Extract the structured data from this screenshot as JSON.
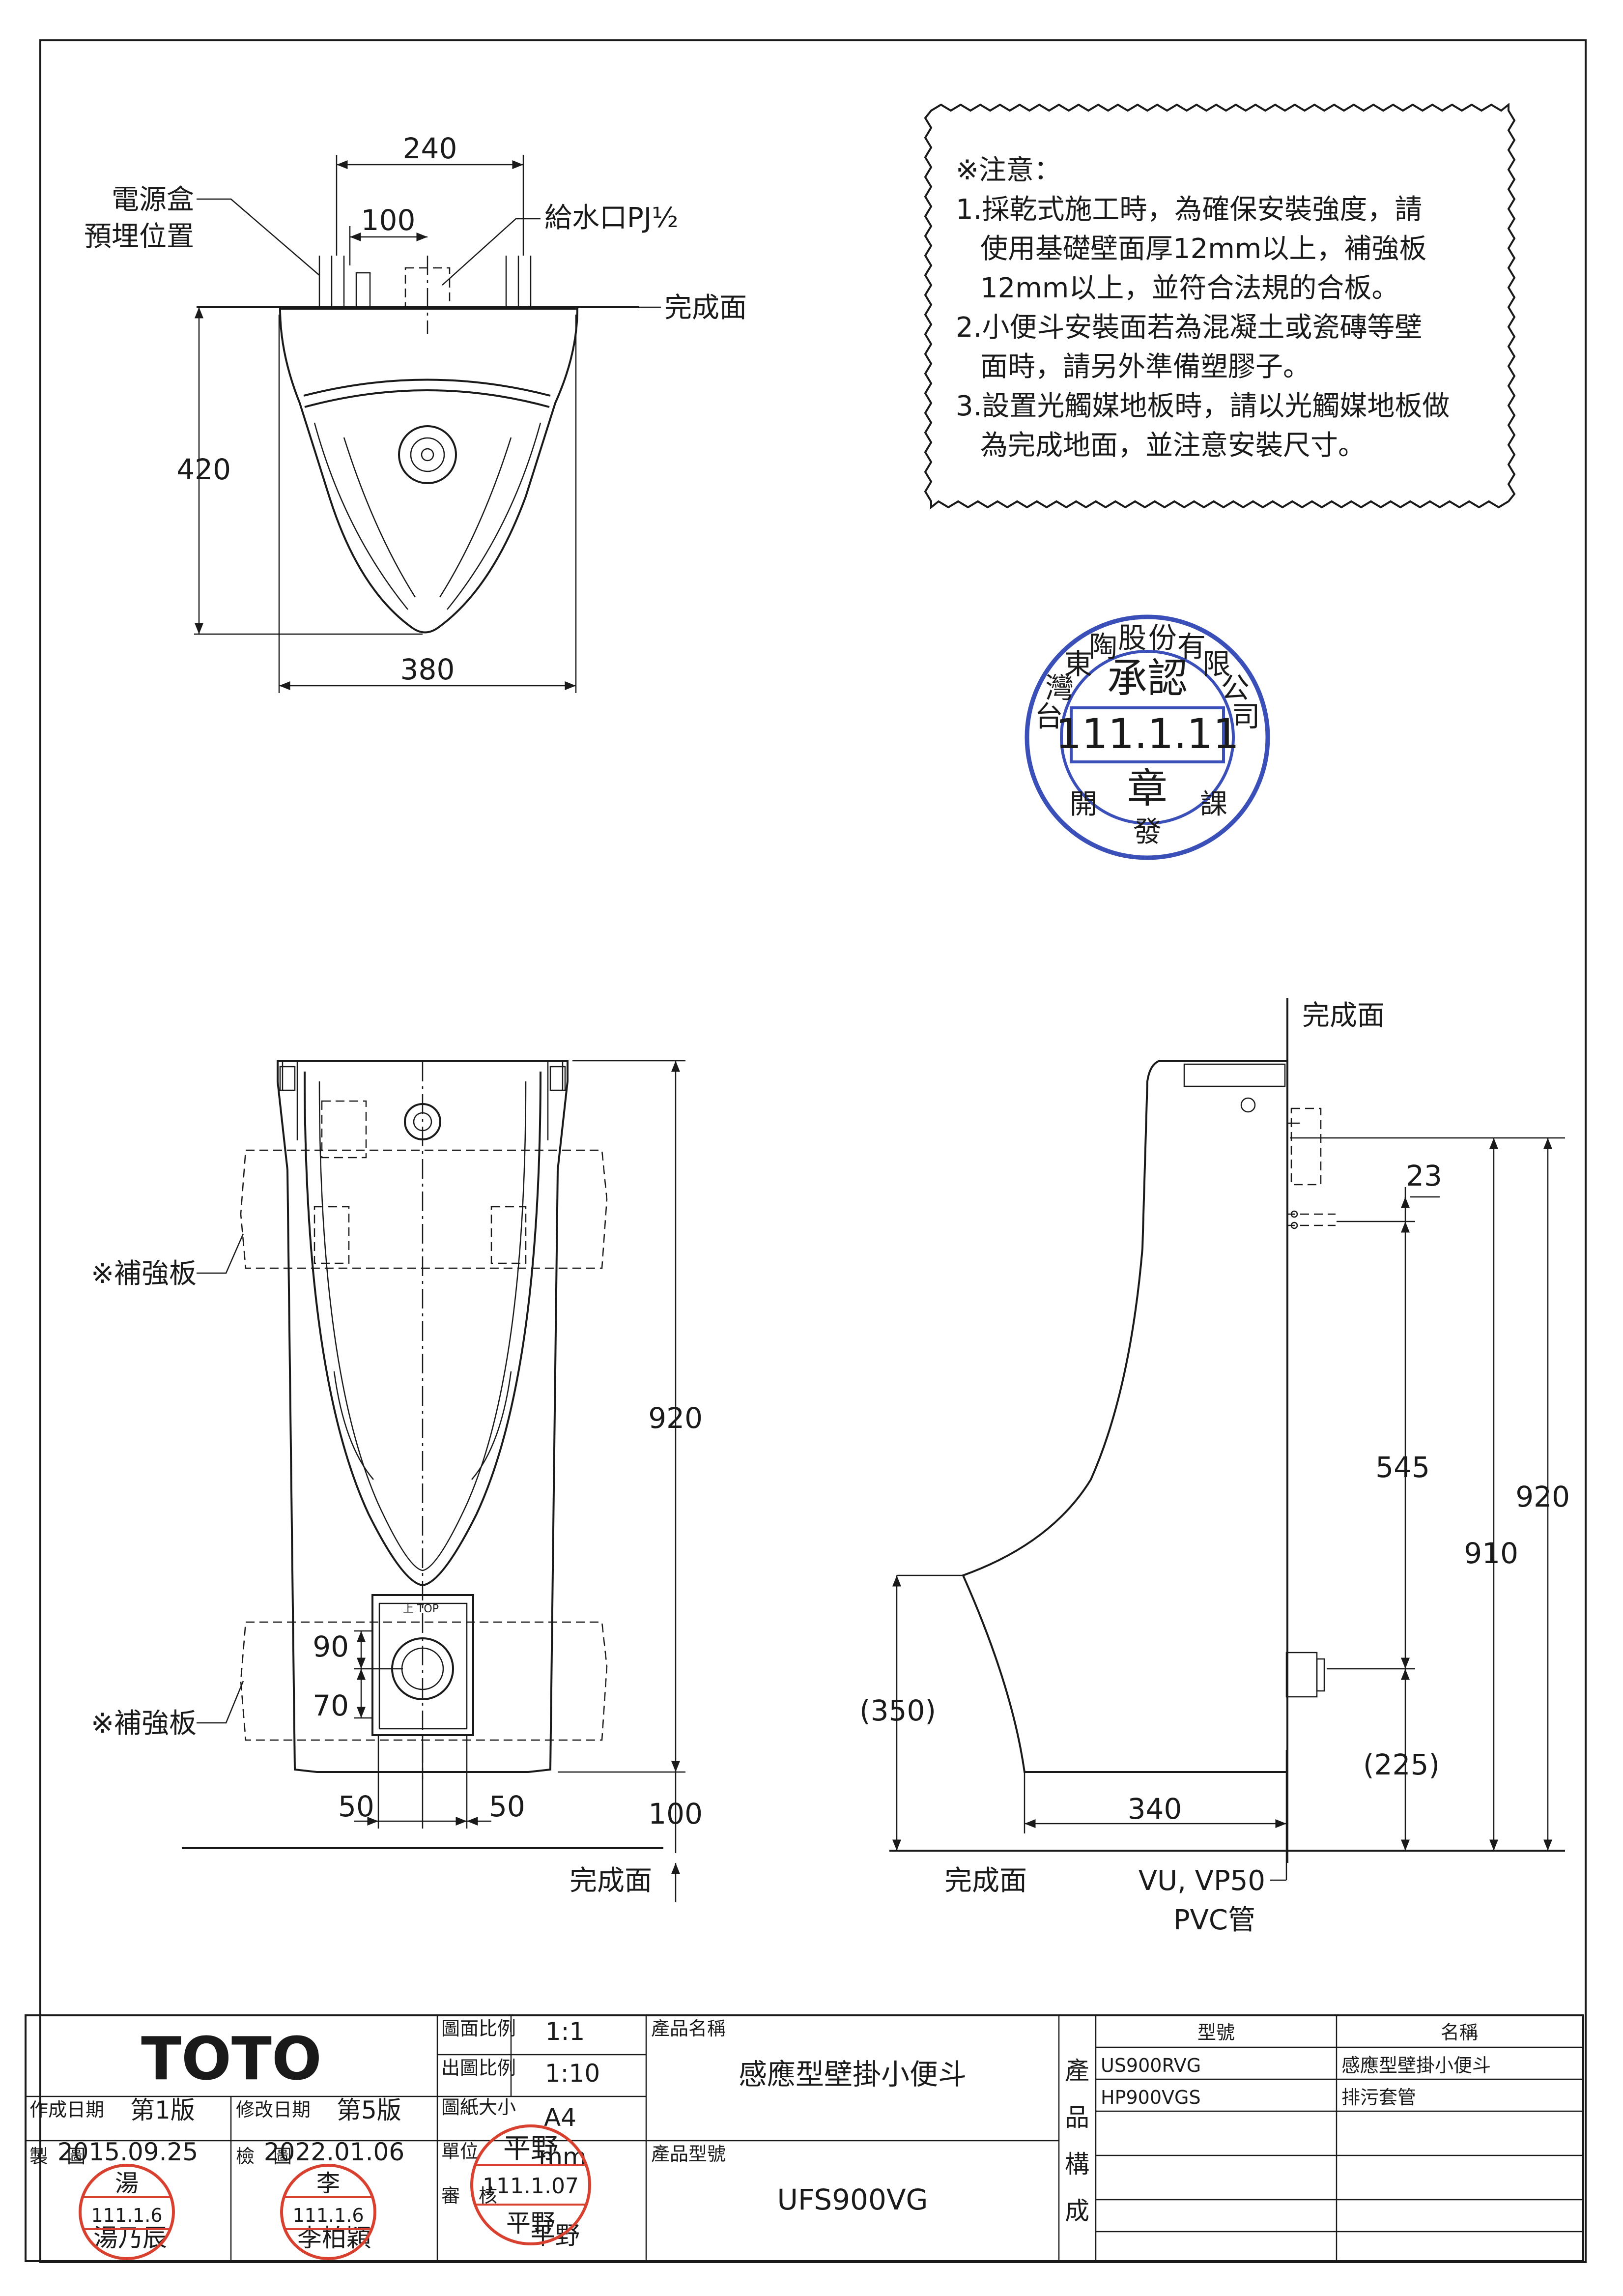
{
  "plan_view": {
    "dim_width_top": "240",
    "dim_spacing": "100",
    "label_power_box": [
      "電源盒",
      "預埋位置"
    ],
    "label_water_inlet": "給水口PJ½",
    "label_finish_surface": "完成面",
    "dim_depth": "420",
    "dim_width": "380"
  },
  "notes": {
    "title": "※注意：",
    "lines": [
      "1.採乾式施工時，為確保安裝強度，請",
      "使用基礎壁面厚12mm以上，補強板",
      "12mm以上，並符合法規的合板。",
      "2.小便斗安裝面若為混凝土或瓷磚等壁",
      "面時，請另外準備塑膠子。",
      "3.設置光觸媒地板時，請以光觸媒地板做",
      "為完成地面，並注意安裝尺寸。"
    ]
  },
  "approval_stamp": {
    "company": "台灣東陶股份有限公司",
    "title": "承認",
    "date": "111.1.11",
    "seal": "章",
    "issue": "發",
    "corner_left": "開",
    "corner_right": "課"
  },
  "front_view": {
    "label_reinforcement_top": "※補強板",
    "label_reinforcement_bottom": "※補強板",
    "dim_height": "920",
    "dim_upper": "90",
    "dim_lower": "70",
    "dim_left": "50",
    "dim_right": "50",
    "dim_floor": "100",
    "label_finish_floor": "完成面"
  },
  "side_view": {
    "label_finish_wall": "完成面",
    "dim_23": "23",
    "dim_545": "545",
    "dim_920": "920",
    "dim_910": "910",
    "dim_350": "(350)",
    "dim_225": "(225)",
    "dim_340": "340",
    "label_finish_floor": "完成面",
    "label_pipe": [
      "VU, VP50",
      "PVC管"
    ]
  },
  "title_block": {
    "brand": "TOTO",
    "created_label": "作成日期",
    "created_edition": "第1版",
    "created_date": "2015.09.25",
    "revised_label": "修改日期",
    "revised_edition": "第5版",
    "revised_date": "2022.01.06",
    "drawn_label": "製　圖",
    "drawn_name": "湯乃辰",
    "checked_label": "檢　圖",
    "checked_name": "李柏穎",
    "scale_drawing_label": "圖面比例",
    "scale_drawing_value": "1:1",
    "scale_output_label": "出圖比例",
    "scale_output_value": "1:10",
    "paper_label": "圖紙大小",
    "paper_value": "A4",
    "unit_label": "單位",
    "unit_value": "mm",
    "review_label": "審　核",
    "review_name": "平野",
    "product_name_label": "產品名稱",
    "product_name": "感應型壁掛小便斗",
    "product_model_label": "產品型號",
    "product_model": "UFS900VG",
    "composition_label": "產品構成",
    "table_headers": [
      "型號",
      "名稱"
    ],
    "parts": [
      {
        "model": "US900RVG",
        "name": "感應型壁掛小便斗"
      },
      {
        "model": "HP900VGS",
        "name": "排污套管"
      }
    ]
  },
  "signature_stamps": {
    "drawn": {
      "name": "湯",
      "date": "111.1.6"
    },
    "checked": {
      "name": "李",
      "date": "111.1.6"
    },
    "review": {
      "name": "平野",
      "date": "111.1.07",
      "sub": "平野"
    }
  }
}
